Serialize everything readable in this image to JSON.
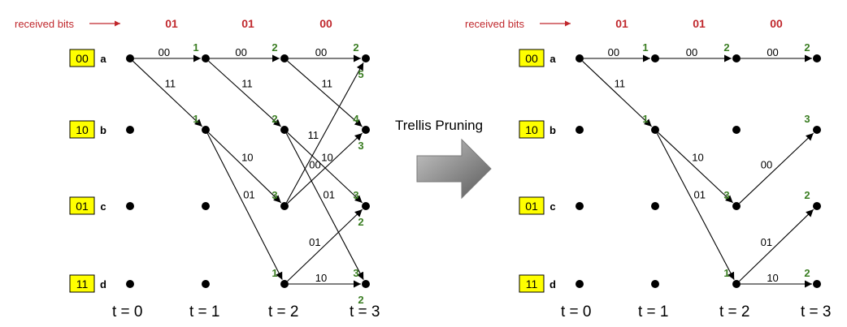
{
  "left": {
    "received_label": "received bits",
    "received_bits": [
      "01",
      "01",
      "00"
    ],
    "states": [
      {
        "code": "00",
        "name": "a"
      },
      {
        "code": "10",
        "name": "b"
      },
      {
        "code": "01",
        "name": "c"
      },
      {
        "code": "11",
        "name": "d"
      }
    ],
    "times": [
      "t = 0",
      "t = 1",
      "t = 2",
      "t = 3"
    ],
    "edges": [
      {
        "from": [
          0,
          0
        ],
        "to": [
          1,
          0
        ],
        "label": "00"
      },
      {
        "from": [
          0,
          0
        ],
        "to": [
          1,
          1
        ],
        "label": "11"
      },
      {
        "from": [
          1,
          0
        ],
        "to": [
          2,
          0
        ],
        "label": "00"
      },
      {
        "from": [
          1,
          0
        ],
        "to": [
          2,
          1
        ],
        "label": "11"
      },
      {
        "from": [
          1,
          1
        ],
        "to": [
          2,
          2
        ],
        "label": "10"
      },
      {
        "from": [
          1,
          1
        ],
        "to": [
          2,
          3
        ],
        "label": "01"
      },
      {
        "from": [
          2,
          0
        ],
        "to": [
          3,
          0
        ],
        "label": "00"
      },
      {
        "from": [
          2,
          0
        ],
        "to": [
          3,
          1
        ],
        "label": "11"
      },
      {
        "from": [
          2,
          2
        ],
        "to": [
          3,
          0
        ],
        "label": "11"
      },
      {
        "from": [
          2,
          2
        ],
        "to": [
          3,
          1
        ],
        "label": "00"
      },
      {
        "from": [
          2,
          1
        ],
        "to": [
          3,
          2
        ],
        "label": "10"
      },
      {
        "from": [
          2,
          1
        ],
        "to": [
          3,
          3
        ],
        "label": "01"
      },
      {
        "from": [
          2,
          3
        ],
        "to": [
          3,
          2
        ],
        "label": "01"
      },
      {
        "from": [
          2,
          3
        ],
        "to": [
          3,
          3
        ],
        "label": "10"
      }
    ],
    "metrics": [
      {
        "node": [
          1,
          0
        ],
        "value": "1"
      },
      {
        "node": [
          1,
          1
        ],
        "value": "1"
      },
      {
        "node": [
          2,
          0
        ],
        "value": "2"
      },
      {
        "node": [
          2,
          1
        ],
        "value": "2"
      },
      {
        "node": [
          2,
          2
        ],
        "value": "3"
      },
      {
        "node": [
          2,
          3
        ],
        "value": "1"
      },
      {
        "node": [
          3,
          0
        ],
        "value": "2"
      },
      {
        "node": [
          3,
          0
        ],
        "value": "5"
      },
      {
        "node": [
          3,
          1
        ],
        "value": "4"
      },
      {
        "node": [
          3,
          1
        ],
        "value": "3"
      },
      {
        "node": [
          3,
          2
        ],
        "value": "3"
      },
      {
        "node": [
          3,
          2
        ],
        "value": "2"
      },
      {
        "node": [
          3,
          3
        ],
        "value": "3"
      },
      {
        "node": [
          3,
          3
        ],
        "value": "2"
      }
    ]
  },
  "center": {
    "title": "Trellis Pruning"
  },
  "right": {
    "received_label": "received bits",
    "received_bits": [
      "01",
      "01",
      "00"
    ],
    "states": [
      {
        "code": "00",
        "name": "a"
      },
      {
        "code": "10",
        "name": "b"
      },
      {
        "code": "01",
        "name": "c"
      },
      {
        "code": "11",
        "name": "d"
      }
    ],
    "times": [
      "t = 0",
      "t = 1",
      "t = 2",
      "t = 3"
    ],
    "edges": [
      {
        "from": [
          0,
          0
        ],
        "to": [
          1,
          0
        ],
        "label": "00"
      },
      {
        "from": [
          0,
          0
        ],
        "to": [
          1,
          1
        ],
        "label": "11"
      },
      {
        "from": [
          1,
          0
        ],
        "to": [
          2,
          0
        ],
        "label": "00"
      },
      {
        "from": [
          1,
          1
        ],
        "to": [
          2,
          2
        ],
        "label": "10"
      },
      {
        "from": [
          1,
          1
        ],
        "to": [
          2,
          3
        ],
        "label": "01"
      },
      {
        "from": [
          2,
          0
        ],
        "to": [
          3,
          0
        ],
        "label": "00"
      },
      {
        "from": [
          2,
          2
        ],
        "to": [
          3,
          1
        ],
        "label": "00"
      },
      {
        "from": [
          2,
          3
        ],
        "to": [
          3,
          2
        ],
        "label": "01"
      },
      {
        "from": [
          2,
          3
        ],
        "to": [
          3,
          3
        ],
        "label": "10"
      }
    ],
    "metrics": [
      {
        "node": [
          1,
          0
        ],
        "value": "1"
      },
      {
        "node": [
          1,
          1
        ],
        "value": "1"
      },
      {
        "node": [
          2,
          0
        ],
        "value": "2"
      },
      {
        "node": [
          2,
          2
        ],
        "value": "3"
      },
      {
        "node": [
          2,
          3
        ],
        "value": "1"
      },
      {
        "node": [
          3,
          0
        ],
        "value": "2"
      },
      {
        "node": [
          3,
          1
        ],
        "value": "3"
      },
      {
        "node": [
          3,
          2
        ],
        "value": "2"
      },
      {
        "node": [
          3,
          3
        ],
        "value": "2"
      }
    ]
  },
  "colors": {
    "state_box_fill": "#ffff00",
    "received_text": "#c0282d",
    "metric_text": "#3a7d22",
    "arrow_gradient": [
      "#5a5a5a",
      "#c8c8c8"
    ]
  }
}
